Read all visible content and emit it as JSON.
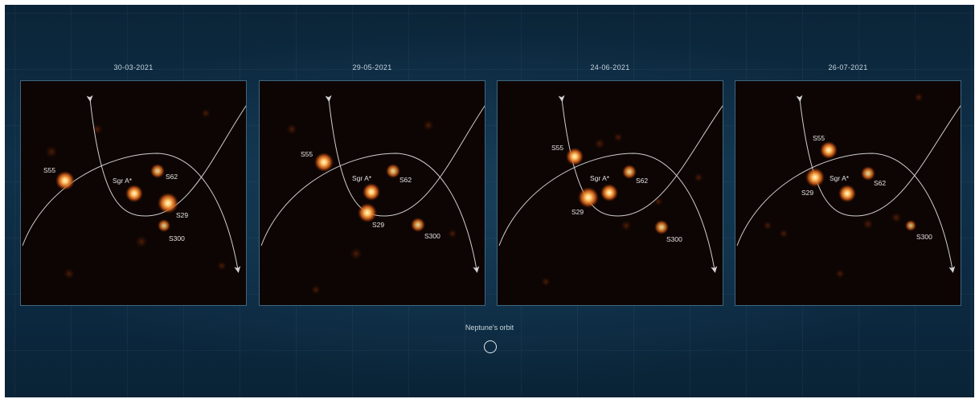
{
  "panels": [
    {
      "date": "30-03-2021",
      "labels": {
        "S55": "S55",
        "SgrA": "Sgr A*",
        "S62": "S62",
        "S29": "S29",
        "S300": "S300"
      }
    },
    {
      "date": "29-05-2021",
      "labels": {
        "S55": "S55",
        "SgrA": "Sgr A*",
        "S62": "S62",
        "S29": "S29",
        "S300": "S300"
      }
    },
    {
      "date": "24-06-2021",
      "labels": {
        "S55": "S55",
        "SgrA": "Sgr A*",
        "S62": "S62",
        "S29": "S29",
        "S300": "S300"
      }
    },
    {
      "date": "26-07-2021",
      "labels": {
        "S55": "S55",
        "SgrA": "Sgr A*",
        "S62": "S62",
        "S29": "S29",
        "S300": "S300"
      }
    }
  ],
  "legend": {
    "caption": "Neptune's orbit"
  },
  "colors": {
    "background": "#0c2840",
    "panel_background": "#0d0503",
    "star_core": "#fff4c8",
    "star_glow": "#e8782a",
    "orbit_line": "#c8c8c8"
  }
}
